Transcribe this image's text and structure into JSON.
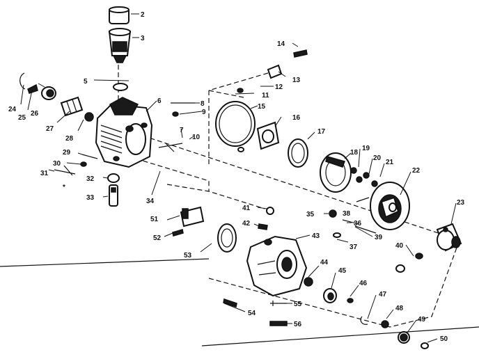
{
  "labels": {
    "p2": "2",
    "p3": "3",
    "p5": "5",
    "p6": "6",
    "p7": "7",
    "p8": "8",
    "p9": "9",
    "p10": "10",
    "p11": "11",
    "p12": "12",
    "p13": "13",
    "p14": "14",
    "p15": "15",
    "p16": "16",
    "p17": "17",
    "p18": "18",
    "p19": "19",
    "p20": "20",
    "p21": "21",
    "p22": "22",
    "p23": "23",
    "p24": "24",
    "p25": "25",
    "p26": "26",
    "p27": "27",
    "p28": "28",
    "p29": "29",
    "p30": "30",
    "p31": "31",
    "p32": "32",
    "p33": "33",
    "p34": "34",
    "p35": "35",
    "p36": "36",
    "p37": "37",
    "p38": "38",
    "p39": "39",
    "p40": "40",
    "p41": "41",
    "p42": "42",
    "p43": "43",
    "p44": "44",
    "p45": "45",
    "p46": "46",
    "p47": "47",
    "p48": "48",
    "p49": "49",
    "p50": "50",
    "p51": "51",
    "p52": "52",
    "p53": "53",
    "p54": "54",
    "p55": "55",
    "p56": "56"
  }
}
